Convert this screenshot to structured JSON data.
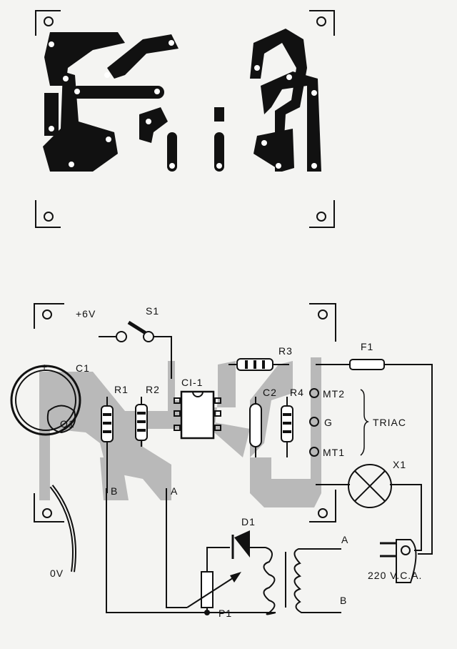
{
  "labels": {
    "plus6v": "+6V",
    "s1": "S1",
    "c1": "C1",
    "c1_plus": "+",
    "r1": "R1",
    "r2": "R2",
    "ci1": "CI-1",
    "r3": "R3",
    "f1": "F1",
    "c2": "C2",
    "r4": "R4",
    "mt2": "MT2",
    "g": "G",
    "mt1": "MT1",
    "triac": "TRIAC",
    "q1": "Q1",
    "x1": "X1",
    "b_top": "B",
    "a_top": "A",
    "d1": "D1",
    "p1": "P1",
    "ov": "0V",
    "a_tr": "A",
    "b_tr": "B",
    "mains": "220 V.C.A."
  },
  "colors": {
    "ink": "#111111",
    "paper": "#f4f4f2",
    "copper_shade": "#b9b9b9"
  }
}
